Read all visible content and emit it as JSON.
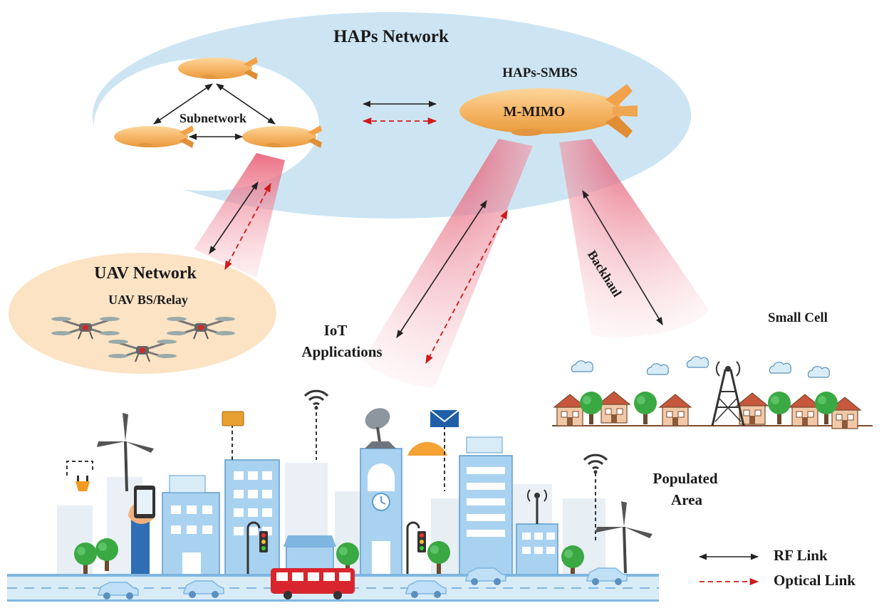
{
  "haps": {
    "title": "HAPs Network",
    "subnetwork_label": "Subnetwork",
    "smbs_label": "HAPs-SMBS",
    "mimo_label": "M-MIMO",
    "backhaul_label": "Backhaul"
  },
  "uav": {
    "title": "UAV Network",
    "subtitle": "UAV BS/Relay"
  },
  "ground": {
    "iot_line1": "IoT",
    "iot_line2": "Applications",
    "small_cell": "Small Cell",
    "populated_line1": "Populated",
    "populated_line2": "Area"
  },
  "legend": {
    "rf_link": "RF Link",
    "optical_link": "Optical Link"
  },
  "colors": {
    "haps_cloud": "#cde5f3",
    "uav_cloud": "#fbe3c4",
    "blimp": "#f5b463",
    "beam": "#f08a9a",
    "rf_line": "#222222",
    "optical_line": "#d01a1a",
    "building": "#9cc9ec",
    "bus": "#d9262e",
    "tree": "#3aa843"
  }
}
